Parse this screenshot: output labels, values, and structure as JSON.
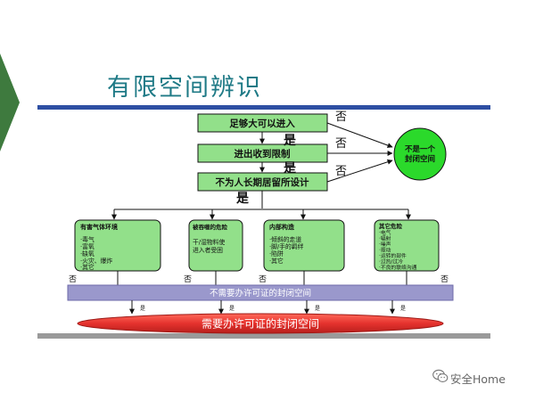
{
  "slide": {
    "title": "有限空间辨识"
  },
  "watermark": {
    "text": "安全Home"
  },
  "flow": {
    "questions": [
      "足够大可以进入",
      "进出收到限制",
      "不为人长期居留所设计"
    ],
    "no_label": "否",
    "yes_label": "是",
    "result_no": [
      "不是一个",
      "封闭空间"
    ],
    "categories": [
      {
        "title": "有害气体环境",
        "items": [
          "·毒气",
          "·富氧",
          "·缺氧",
          "·火灾、爆炸",
          "·其它"
        ]
      },
      {
        "title": "被吞噬的危险",
        "items": [
          "干/湿物料使",
          "进入者受困"
        ]
      },
      {
        "title": "内部构造",
        "items": [
          "·倾斜的走道",
          "·脚/手的羁绊",
          "·陷阱",
          "·其它"
        ]
      },
      {
        "title": "其它危险",
        "items": [
          "·电气",
          "·辐射",
          "·噪声",
          "·振动",
          "·运转的部件",
          "·过热/过冷",
          "·不良的联络沟通"
        ]
      }
    ],
    "no_permit": "不需要办许可证的封闭空间",
    "need_permit": "需要办许可证的封闭空间"
  },
  "colors": {
    "accent_teal": "#1f7a86",
    "box_green": "#92e08a",
    "circle_green": "#2bd92b",
    "bar_purple": "#9a98cc",
    "ellipse_red": "#e5322e",
    "stripe_green": "#3e7a3e"
  }
}
